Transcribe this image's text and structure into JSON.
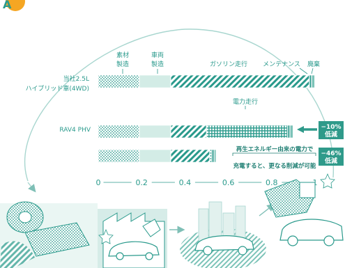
{
  "logo": {
    "letter": "A"
  },
  "chart_data": {
    "type": "bar",
    "orientation": "horizontal-stacked",
    "xlim": [
      0,
      1
    ],
    "x_ticks": [
      "0",
      "0.2",
      "0.4",
      "0.6",
      "0.8",
      "1"
    ],
    "x_tick_values": [
      0,
      0.2,
      0.4,
      0.6,
      0.8,
      1
    ],
    "segment_labels": {
      "material": "素材\n製造",
      "vehicle": "車両\n製造",
      "gasoline": "ガソリン走行",
      "maintenance": "メンテナンス",
      "disposal": "廃棄",
      "electric": "電力走行"
    },
    "rows": [
      {
        "label": "当社2.5L\nハイブリッド車(4WD)",
        "segments": [
          {
            "kind": "material",
            "start": 0,
            "end": 0.19
          },
          {
            "kind": "vehicle",
            "start": 0.19,
            "end": 0.335
          },
          {
            "kind": "gasoline",
            "start": 0.335,
            "end": 0.975
          },
          {
            "kind": "maintenance",
            "start": 0.975,
            "end": 0.985
          },
          {
            "kind": "disposal",
            "start": 0.985,
            "end": 1.0
          }
        ]
      },
      {
        "label": "RAV4 PHV",
        "segments": [
          {
            "kind": "material",
            "start": 0,
            "end": 0.19
          },
          {
            "kind": "vehicle",
            "start": 0.19,
            "end": 0.335
          },
          {
            "kind": "gasoline",
            "start": 0.335,
            "end": 0.5
          },
          {
            "kind": "electric",
            "start": 0.5,
            "end": 0.875
          },
          {
            "kind": "maintenance",
            "start": 0.875,
            "end": 0.885
          },
          {
            "kind": "disposal",
            "start": 0.885,
            "end": 0.9
          }
        ],
        "badge": "−10%\n低減"
      },
      {
        "label": "",
        "segments": [
          {
            "kind": "material",
            "start": 0,
            "end": 0.19
          },
          {
            "kind": "vehicle",
            "start": 0.19,
            "end": 0.335
          },
          {
            "kind": "gasoline",
            "start": 0.335,
            "end": 0.515
          },
          {
            "kind": "electric",
            "start": 0.515,
            "end": 0.525
          },
          {
            "kind": "maintenance",
            "start": 0.525,
            "end": 0.535
          },
          {
            "kind": "disposal",
            "start": 0.535,
            "end": 0.545
          }
        ],
        "badge": "−46%\n低減",
        "note": "再生エネルギー由来の電力で\n充電すると、更なる削減が可能"
      }
    ]
  },
  "colors": {
    "teal": "#2a9a8c",
    "teal_dark": "#1f7f73",
    "teal_light": "#d3ece6",
    "badge": "#2f9a8a",
    "logo": "#f5a623"
  },
  "illustrations": [
    "material-roll-icon",
    "factory-icon",
    "city-car-icon",
    "recycling-icon"
  ]
}
